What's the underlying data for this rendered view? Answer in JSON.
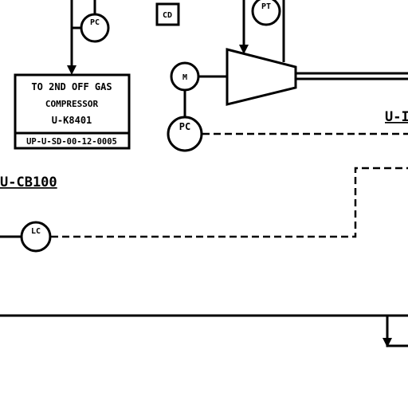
{
  "instruments": {
    "pc_top": "PC",
    "cd": "CD",
    "pt": "PT",
    "motor": "M",
    "pc_mid": "PC",
    "lc": "LC"
  },
  "callout": {
    "line1": "TO 2ND OFF GAS",
    "line2": "COMPRESSOR",
    "line3": "U-K8401",
    "doc_ref": "UP-U-SD-00-12-0005"
  },
  "equipment": {
    "cb100": "U-CB100",
    "right_tag": "U-I"
  },
  "colors": {
    "line": "#000000",
    "background": "#ffffff"
  }
}
